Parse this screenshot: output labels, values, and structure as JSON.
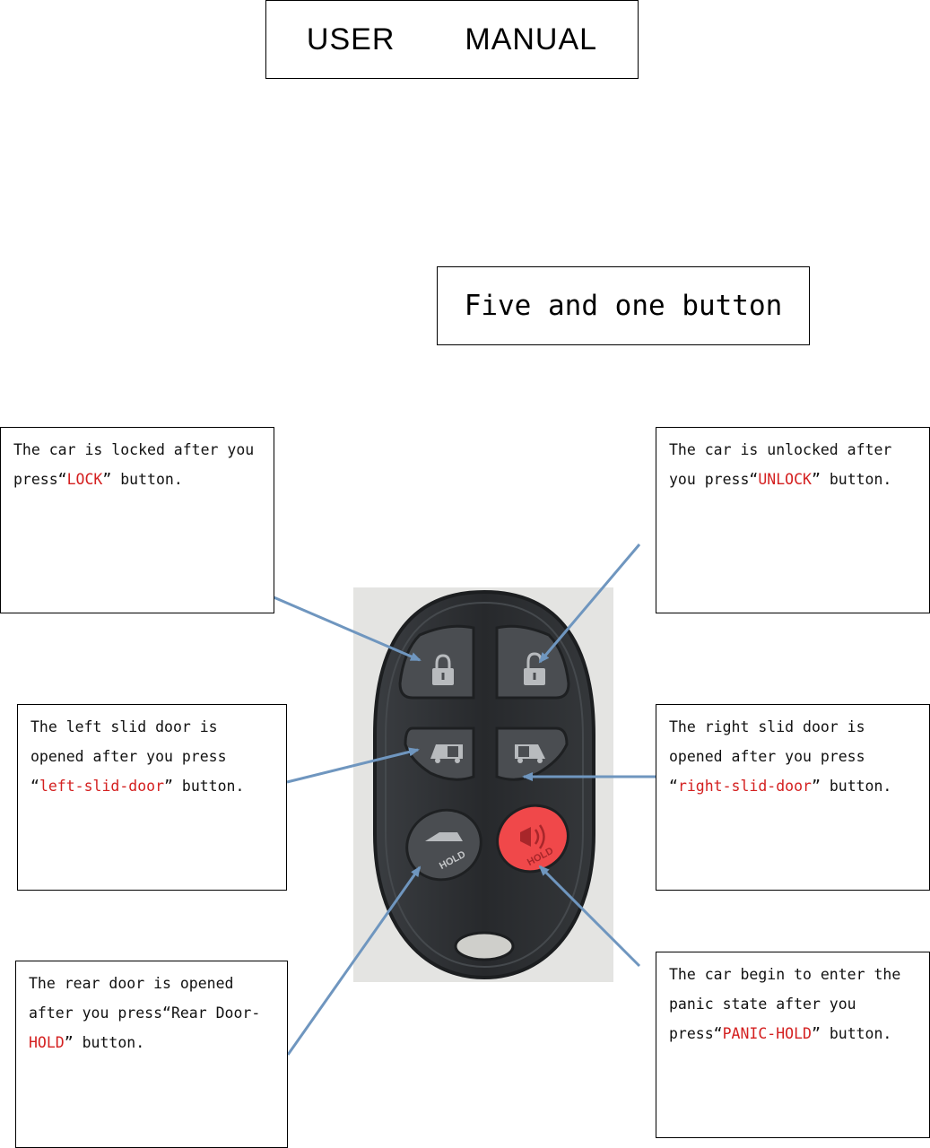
{
  "header": {
    "title_word1": "USER",
    "title_word2": "MANUAL"
  },
  "subtitle": "Five and one button",
  "callouts": {
    "lock": {
      "prefix": "The car is locked after you press“",
      "keyword": "LOCK",
      "suffix": "” button."
    },
    "unlock": {
      "prefix": "The car is unlocked after you press“",
      "keyword": "UNLOCK",
      "suffix": "” button."
    },
    "left_slide": {
      "prefix": "The left slid door is opened after you press “",
      "keyword": "left-slid-door",
      "suffix": "” button."
    },
    "right_slide": {
      "prefix": "The right slid door is opened  after you press “",
      "keyword": "right-slid-door",
      "suffix": "” button."
    },
    "rear": {
      "prefix": "The rear door is opened after you press“Rear Door-",
      "keyword": "HOLD",
      "suffix": "” button."
    },
    "panic": {
      "prefix": "The car begin to enter the panic state  after you press“",
      "keyword": "PANIC-HOLD",
      "suffix": "” button."
    }
  },
  "fob": {
    "hold_label_rear": "HOLD",
    "hold_label_panic": "HOLD",
    "icons": [
      "lock-icon",
      "unlock-icon",
      "left-sliding-door-icon",
      "right-sliding-door-icon",
      "rear-hatch-icon",
      "panic-horn-icon"
    ]
  },
  "colors": {
    "keyword": "#d42020",
    "arrow": "#6f96bf",
    "fob_body": "#2a2d30",
    "button": "#4a4d51",
    "panic_button": "#f0484a"
  }
}
